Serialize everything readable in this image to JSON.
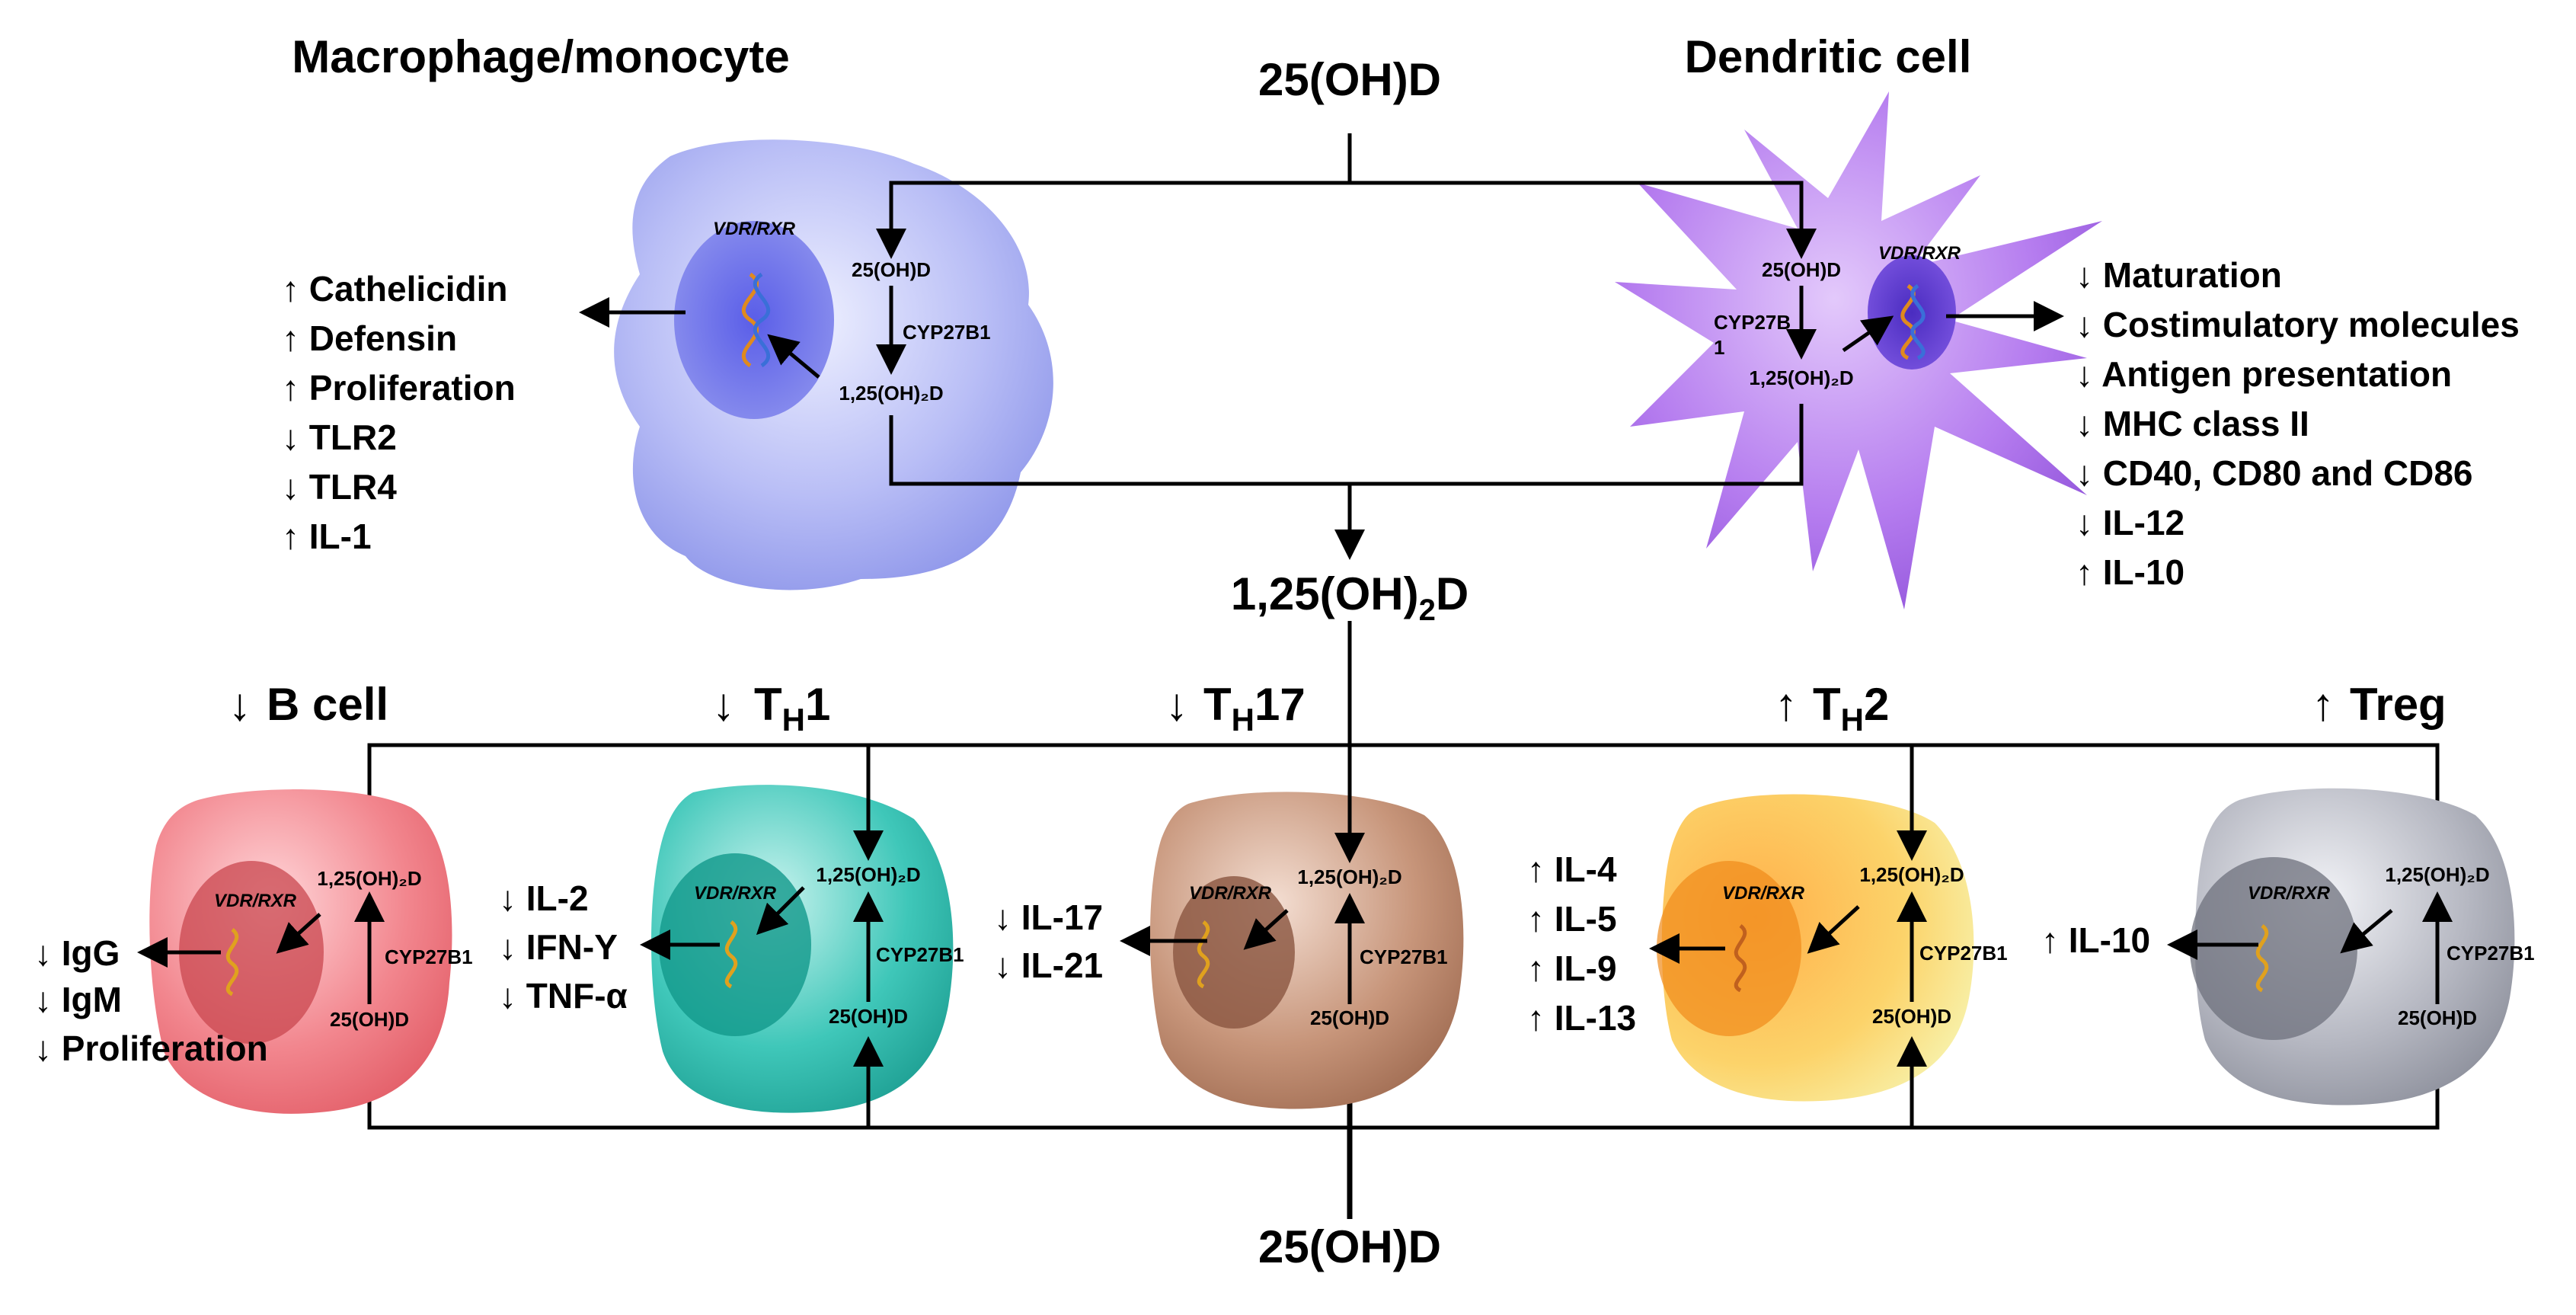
{
  "top": {
    "macrophage_title": "Macrophage/monocyte",
    "dendritic_title": "Dendritic cell",
    "source_top": "25(OH)D",
    "product_center": "1,25(OH)₂D",
    "source_bottom": "25(OH)D"
  },
  "macrophage": {
    "vdr": "VDR/RXR",
    "substrate": "25(OH)D",
    "enzyme": "CYP27B1",
    "product": "1,25(OH)₂D",
    "effects": [
      "↑ Cathelicidin",
      "↑ Defensin",
      "↑ Proliferation",
      "↓ TLR2",
      "↓ TLR4",
      "↑ IL-1"
    ]
  },
  "dendritic": {
    "vdr": "VDR/RXR",
    "substrate": "25(OH)D",
    "enzyme_line1": "CYP27B",
    "enzyme_line2": "1",
    "product": "1,25(OH)₂D",
    "effects": [
      "↓ Maturation",
      "↓ Costimulatory molecules",
      "↓ Antigen presentation",
      "↓ MHC class II",
      "↓ CD40, CD80 and CD86",
      "↓ IL-12",
      "↑ IL-10"
    ]
  },
  "cells": [
    {
      "arrow": "↓",
      "name": "B cell",
      "sub": "",
      "suffix": "",
      "vdr": "VDR/RXR",
      "product": "1,25(OH)₂D",
      "enzyme": "CYP27B1",
      "substrate": "25(OH)D",
      "effects": [
        "↓ IgG",
        "↓ IgM",
        "↓ Proliferation"
      ],
      "color": "#f2868e"
    },
    {
      "arrow": "↓",
      "name": "T",
      "sub": "H",
      "suffix": "1",
      "vdr": "VDR/RXR",
      "product": "1,25(OH)₂D",
      "enzyme": "CYP27B1",
      "substrate": "25(OH)D",
      "effects": [
        "↓ IL-2",
        "↓ IFN-Y",
        "↓ TNF-α"
      ],
      "color": "#3fc7b9"
    },
    {
      "arrow": "↓",
      "name": "T",
      "sub": "H",
      "suffix": "17",
      "vdr": "VDR/RXR",
      "product": "1,25(OH)₂D",
      "enzyme": "CYP27B1",
      "substrate": "25(OH)D",
      "effects": [
        "↓ IL-17",
        "↓ IL-21"
      ],
      "color": "#c7957a"
    },
    {
      "arrow": "↑",
      "name": "T",
      "sub": "H",
      "suffix": "2",
      "vdr": "VDR/RXR",
      "product": "1,25(OH)₂D",
      "enzyme": "CYP27B1",
      "substrate": "25(OH)D",
      "effects": [
        "↑ IL-4",
        "↑ IL-5",
        "↑ IL-9",
        "↑ IL-13"
      ],
      "color": "#fcc257"
    },
    {
      "arrow": "↑",
      "name": "Treg",
      "sub": "",
      "suffix": "",
      "vdr": "VDR/RXR",
      "product": "1,25(OH)₂D",
      "enzyme": "CYP27B1",
      "substrate": "25(OH)D",
      "effects": [
        "↑ IL-10"
      ],
      "color": "#b6b8c2"
    }
  ],
  "colors": {
    "macrophage": "#aab0f2",
    "dendritic": "#b57cef"
  }
}
